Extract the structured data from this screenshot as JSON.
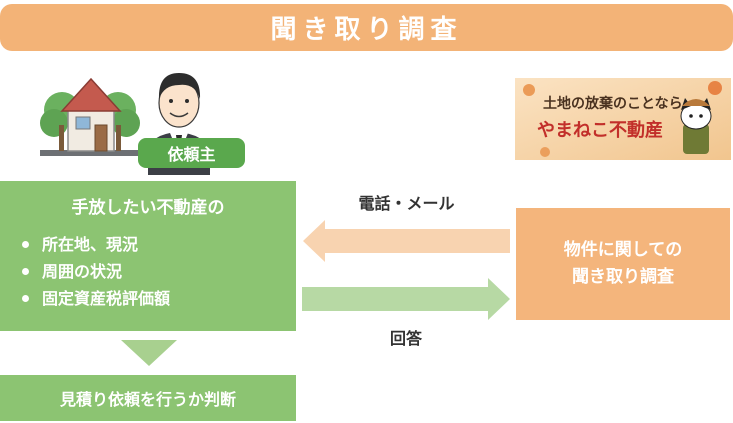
{
  "header": {
    "title": "聞き取り調査"
  },
  "client": {
    "label": "依頼主",
    "box_heading": "手放したい不動産の",
    "items": [
      "所在地、現況",
      "周囲の状況",
      "固定資産税評価額"
    ],
    "decision": "見積り依頼を行うか判断"
  },
  "company": {
    "logo_line1": "土地の放棄のことなら",
    "logo_line2": "やまねこ不動産",
    "survey_line1": "物件に関しての",
    "survey_line2": "聞き取り調査"
  },
  "flows": {
    "to_client": "電話・メール",
    "to_company": "回答"
  },
  "colors": {
    "title_orange": "#f3b377",
    "green_box": "#8cc472",
    "green_label": "#5aa84d",
    "orange_box": "#f4b57c",
    "arrow_orange": "#f8d3b0",
    "arrow_green": "#b7d9a4"
  }
}
